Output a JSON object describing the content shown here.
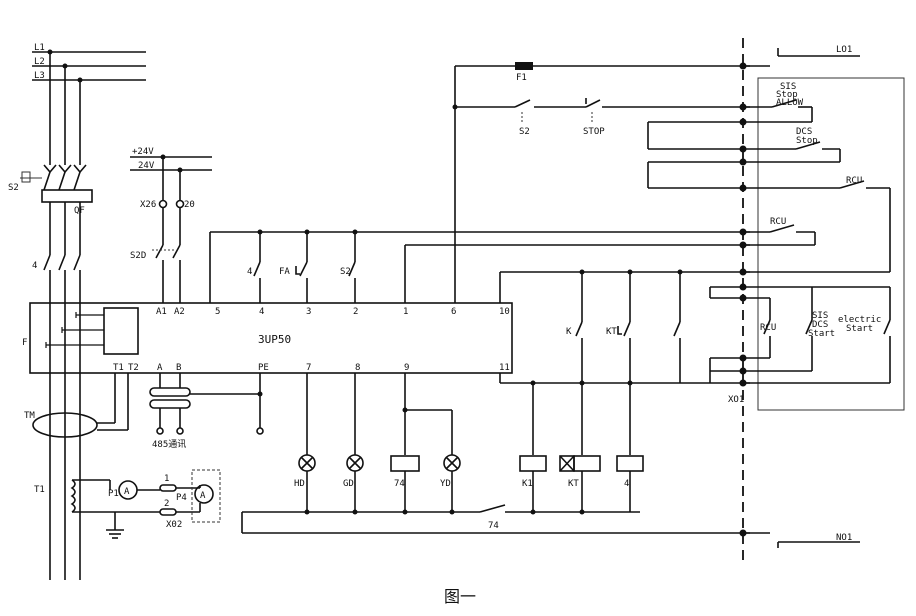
{
  "labels": {
    "l1": "L1",
    "l2": "L2",
    "l3": "L3",
    "s2_left": "S2",
    "qf": "QF",
    "t_tail": "4",
    "f_left": "F",
    "tm": "TM",
    "t1": "T1",
    "p1": "P1",
    "p4": "P4",
    "x02": "X02",
    "a_meter": "A",
    "x02_1": "1",
    "x02_2": "2",
    "plus24v": "+24V",
    "v24": "24V",
    "x26": "X26",
    "x20": "20",
    "s2d": "S2D",
    "term_a1": "A1",
    "term_a2": "A2",
    "term_5": "5",
    "term_4": "4",
    "term_3": "3",
    "term_2": "2",
    "term_1": "1",
    "term_6": "6",
    "term_10": "10",
    "term_t1": "T1",
    "term_t2": "T2",
    "term_a": "A",
    "term_b": "B",
    "term_pe": "PE",
    "term_7": "7",
    "term_8": "8",
    "term_9": "9",
    "term_11": "11",
    "module": "3UP50",
    "sw_4": "4",
    "sw_fa": "FA",
    "sw_s2": "S2",
    "rs485": "485通讯",
    "lamp_hd": "HD",
    "lamp_gd": "GD",
    "relay_74": "74",
    "lamp_yd": "YD",
    "relay_k1": "K1",
    "relay_kt": "KT",
    "relay_4": "4",
    "contact_74": "74",
    "f1": "F1",
    "s2_top": "S2",
    "stop": "STOP",
    "k_left": "K",
    "kt_contact": "KT",
    "lo1": "LO1",
    "no1": "NO1",
    "xo1": "XO1",
    "sis_stop_allow": [
      "SIS",
      "Stop",
      "ALLOW"
    ],
    "dcs_stop": [
      "DCS",
      "Stop"
    ],
    "rcu_1": "RCU",
    "rcu_2": "RCU",
    "rcu_3": "RCU",
    "sis_dcs_start": [
      "SIS",
      "DCS",
      "Start"
    ],
    "electric_start": [
      "electric",
      "Start"
    ],
    "caption": "图一"
  }
}
